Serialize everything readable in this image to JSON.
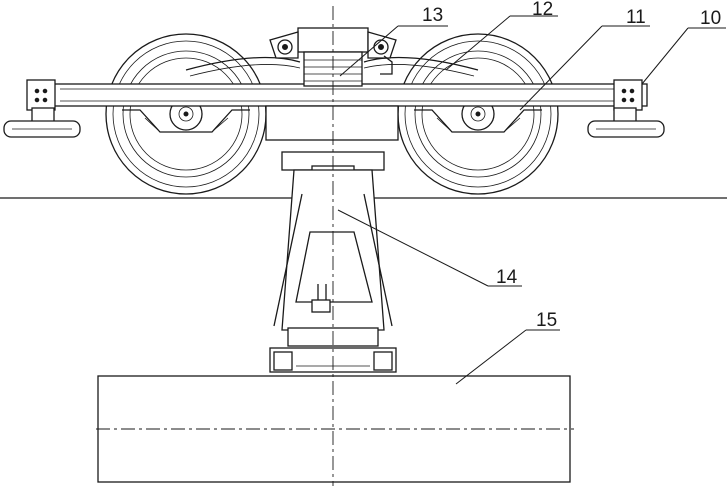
{
  "labels": {
    "l10": "10",
    "l11": "11",
    "l12": "12",
    "l13": "13",
    "l14": "14",
    "l15": "15"
  }
}
